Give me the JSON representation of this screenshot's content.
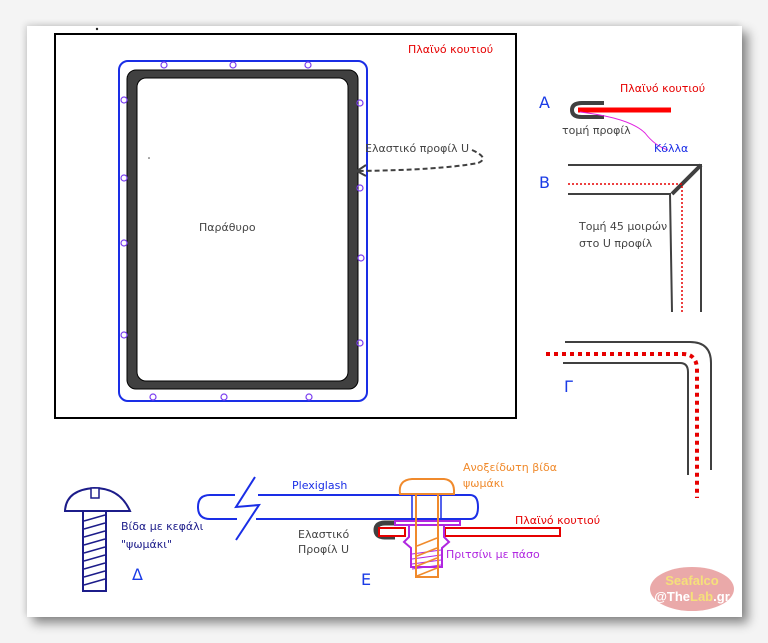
{
  "figure": {
    "title": "Window box assembly diagram",
    "colors": {
      "box_side": "#e60000",
      "outline_blue": "#1a2ee6",
      "profile_gray": "#404040",
      "screw_orange": "#f08a2c",
      "rivet_nut_purple": "#b026e0",
      "screw_navy": "#1c1c8a",
      "glue_magenta": "#e020e0",
      "watermark_bg": "#e8a0a0",
      "watermark_text_yellow": "#f5e07a",
      "watermark_text_white": "#ffffff"
    }
  },
  "front_view": {
    "box_side_label": "Πλαϊνό κουτιού",
    "window_label": "Παράθυρο",
    "profile_label": "Ελαστικό προφίλ U"
  },
  "detail_a": {
    "letter": "A",
    "box_side_label": "Πλαϊνό κουτιού",
    "section_label": "τομή προφίλ",
    "glue_label": "Κόλλα"
  },
  "detail_b": {
    "letter": "B",
    "caption_line1": "Τομή 45 μοιρών",
    "caption_line2": "στο U προφίλ"
  },
  "detail_c": {
    "letter": "Γ"
  },
  "detail_d": {
    "letter": "Δ",
    "caption_line1": "Βίδα με κεφάλι",
    "caption_line2": "\"ψωμάκι\""
  },
  "detail_e": {
    "letter": "E",
    "plexiglass_label": "Plexiglash",
    "profile_line1": "Ελαστικό",
    "profile_line2": "Προφίλ U",
    "screw_line1": "Ανοξείδωτη βίδα",
    "screw_line2": "ψωμάκι",
    "box_side_label": "Πλαϊνό κουτιού",
    "rivet_label": "Πριτσίνι με πάσο"
  },
  "watermark": {
    "line1": "Seafalco",
    "line2_prefix": "@The",
    "line2_mid": "Lab",
    "line2_suffix": ".gr"
  }
}
